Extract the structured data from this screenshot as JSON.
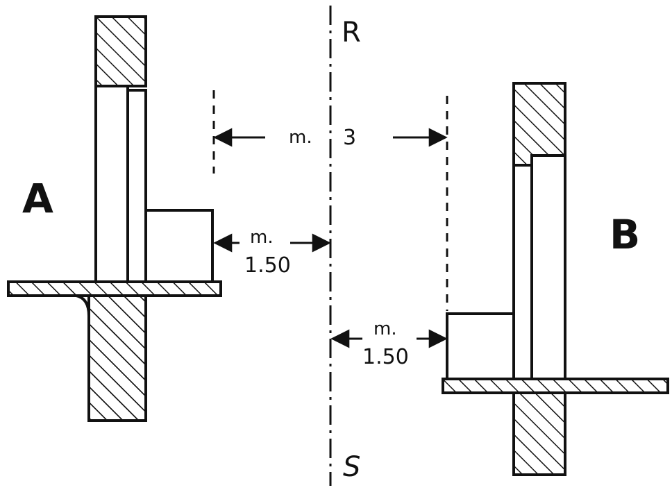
{
  "labels": {
    "side_a": "A",
    "side_b": "B",
    "axis_top": "R",
    "axis_bottom": "S"
  },
  "dimensions": {
    "total_unit": "m.",
    "total_value": "3",
    "left_offset_unit": "m.",
    "left_offset_value": "1.50",
    "right_offset_unit": "m.",
    "right_offset_value": "1.50"
  },
  "colors": {
    "ink": "#111111",
    "paper": "#ffffff"
  }
}
